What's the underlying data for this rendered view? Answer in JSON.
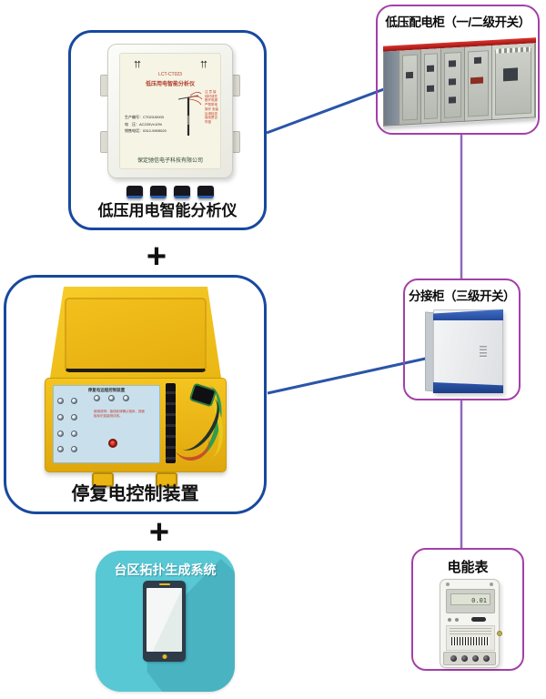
{
  "analyzer": {
    "caption": "低压用电智能分析仪",
    "device": {
      "arrows_left": "↑↑",
      "arrows_right": "↑↑",
      "model": "LCT-CT023",
      "title": "低压用电智能分析仪",
      "warning": "注 意 接线时请先断开电源 严禁带电操作 安装后请检查接线是否牢固",
      "info_line1": "生产编号：CT023J0003",
      "info_line2": "电　压：AC220V±10%",
      "info_line3": "销售电话：0312-5905020",
      "company": "保定驰信电子科技有限公司"
    }
  },
  "plus_top": "+",
  "controller": {
    "caption": "停复电控制装置",
    "panel_title": "停复电远程控制装置",
    "panel_warning": "使用说明：接线前请确认相序，按面板标识连接测试线。"
  },
  "plus_bottom": "+",
  "app_icon": {
    "label": "台区拓扑生成系统"
  },
  "distribution": {
    "title": "低压配电柜（一/二级开关）"
  },
  "tap": {
    "title": "分接柜（三级开关）"
  },
  "meter": {
    "title": "电能表",
    "lcd": "0.01"
  },
  "colors": {
    "box_border_blue": "#17499e",
    "box_border_magenta": "#a43fa8",
    "connector_blue": "#2a55a8",
    "connector_purple": "#9168bd",
    "icon_teal": "#57c8d4",
    "case_yellow": "#f2c01c"
  }
}
